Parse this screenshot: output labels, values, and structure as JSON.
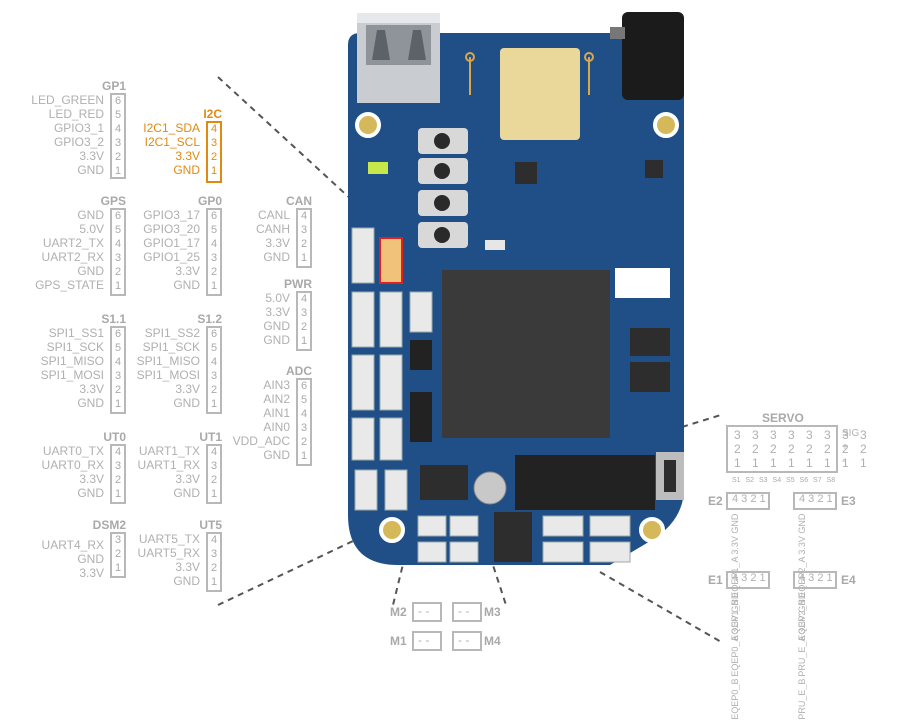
{
  "colors": {
    "board_blue": "#1f4f86",
    "board_dark": "#183f6d",
    "highlight": "#e08a10",
    "label_gray": "#b0b0b0",
    "chip": "#3a3a3a"
  },
  "left_groups": [
    {
      "id": "gp1",
      "title": "GP1",
      "pins": [
        {
          "label": "LED_GREEN",
          "num": "6"
        },
        {
          "label": "LED_RED",
          "num": "5"
        },
        {
          "label": "GPIO3_1",
          "num": "4"
        },
        {
          "label": "GPIO3_2",
          "num": "3"
        },
        {
          "label": "3.3V",
          "num": "2"
        },
        {
          "label": "GND",
          "num": "1"
        }
      ]
    },
    {
      "id": "i2c",
      "title": "I2C",
      "highlight": true,
      "pins": [
        {
          "label": "I2C1_SDA",
          "num": "4"
        },
        {
          "label": "I2C1_SCL",
          "num": "3"
        },
        {
          "label": "3.3V",
          "num": "2"
        },
        {
          "label": "GND",
          "num": "1"
        }
      ]
    },
    {
      "id": "gps",
      "title": "GPS",
      "pins": [
        {
          "label": "GND",
          "num": "6"
        },
        {
          "label": "5.0V",
          "num": "5"
        },
        {
          "label": "UART2_TX",
          "num": "4"
        },
        {
          "label": "UART2_RX",
          "num": "3"
        },
        {
          "label": "GND",
          "num": "2"
        },
        {
          "label": "GPS_STATE",
          "num": "1"
        }
      ]
    },
    {
      "id": "gp0",
      "title": "GP0",
      "pins": [
        {
          "label": "GPIO3_17",
          "num": "6"
        },
        {
          "label": "GPIO3_20",
          "num": "5"
        },
        {
          "label": "GPIO1_17",
          "num": "4"
        },
        {
          "label": "GPIO1_25",
          "num": "3"
        },
        {
          "label": "3.3V",
          "num": "2"
        },
        {
          "label": "GND",
          "num": "1"
        }
      ]
    },
    {
      "id": "can",
      "title": "CAN",
      "pins": [
        {
          "label": "CANL",
          "num": "4"
        },
        {
          "label": "CANH",
          "num": "3"
        },
        {
          "label": "3.3V",
          "num": "2"
        },
        {
          "label": "GND",
          "num": "1"
        }
      ]
    },
    {
      "id": "pwr",
      "title": "PWR",
      "pins": [
        {
          "label": "5.0V",
          "num": "4"
        },
        {
          "label": "3.3V",
          "num": "3"
        },
        {
          "label": "GND",
          "num": "2"
        },
        {
          "label": "GND",
          "num": "1"
        }
      ]
    },
    {
      "id": "s11",
      "title": "S1.1",
      "pins": [
        {
          "label": "SPI1_SS1",
          "num": "6"
        },
        {
          "label": "SPI1_SCK",
          "num": "5"
        },
        {
          "label": "SPI1_MISO",
          "num": "4"
        },
        {
          "label": "SPI1_MOSI",
          "num": "3"
        },
        {
          "label": "3.3V",
          "num": "2"
        },
        {
          "label": "GND",
          "num": "1"
        }
      ]
    },
    {
      "id": "s12",
      "title": "S1.2",
      "pins": [
        {
          "label": "SPI1_SS2",
          "num": "6"
        },
        {
          "label": "SPI1_SCK",
          "num": "5"
        },
        {
          "label": "SPI1_MISO",
          "num": "4"
        },
        {
          "label": "SPI1_MOSI",
          "num": "3"
        },
        {
          "label": "3.3V",
          "num": "2"
        },
        {
          "label": "GND",
          "num": "1"
        }
      ]
    },
    {
      "id": "adc",
      "title": "ADC",
      "pins": [
        {
          "label": "AIN3",
          "num": "6"
        },
        {
          "label": "AIN2",
          "num": "5"
        },
        {
          "label": "AIN1",
          "num": "4"
        },
        {
          "label": "AIN0",
          "num": "3"
        },
        {
          "label": "VDD_ADC",
          "num": "2"
        },
        {
          "label": "GND",
          "num": "1"
        }
      ]
    },
    {
      "id": "ut0",
      "title": "UT0",
      "pins": [
        {
          "label": "UART0_TX",
          "num": "4"
        },
        {
          "label": "UART0_RX",
          "num": "3"
        },
        {
          "label": "3.3V",
          "num": "2"
        },
        {
          "label": "GND",
          "num": "1"
        }
      ]
    },
    {
      "id": "ut1",
      "title": "UT1",
      "pins": [
        {
          "label": "UART1_TX",
          "num": "4"
        },
        {
          "label": "UART1_RX",
          "num": "3"
        },
        {
          "label": "3.3V",
          "num": "2"
        },
        {
          "label": "GND",
          "num": "1"
        }
      ]
    },
    {
      "id": "dsm2",
      "title": "DSM2",
      "pins": [
        {
          "label": "UART4_RX",
          "num": "3"
        },
        {
          "label": "GND",
          "num": "2"
        },
        {
          "label": "3.3V",
          "num": "1"
        }
      ]
    },
    {
      "id": "ut5",
      "title": "UT5",
      "pins": [
        {
          "label": "UART5_TX",
          "num": "4"
        },
        {
          "label": "UART5_RX",
          "num": "3"
        },
        {
          "label": "3.3V",
          "num": "2"
        },
        {
          "label": "GND",
          "num": "1"
        }
      ]
    }
  ],
  "servo": {
    "title": "SERVO",
    "rows": [
      "3",
      "2",
      "1"
    ],
    "row_labels": [
      "SIG",
      "+",
      "-"
    ],
    "channels": [
      "S1",
      "S2",
      "S3",
      "S4",
      "S5",
      "S6",
      "S7",
      "S8"
    ]
  },
  "encoders": [
    {
      "id": "e2",
      "name": "E2",
      "digits": "4 3 2 1",
      "pins": [
        "EQEP1_B",
        "EQEP1_A",
        "3.3V",
        "GND"
      ]
    },
    {
      "id": "e3",
      "name": "E3",
      "digits": "4 3 2 1",
      "pins": [
        "EQEP2_B",
        "EQEP2_A",
        "3.3V",
        "GND"
      ]
    },
    {
      "id": "e1",
      "name": "E1",
      "digits": "4 3 2 1",
      "pins": [
        "EQEP0_B",
        "EQEP0_A",
        "3.3V",
        "GND"
      ]
    },
    {
      "id": "e4",
      "name": "E4",
      "digits": "4 3 2 1",
      "pins": [
        "PRU_E_B",
        "PRU_E_A",
        "3.3V",
        "GND"
      ]
    }
  ],
  "motors": [
    {
      "id": "m2",
      "name": "M2",
      "pins": "- -"
    },
    {
      "id": "m3",
      "name": "M3",
      "pins": "- -"
    },
    {
      "id": "m1",
      "name": "M1",
      "pins": "- -"
    },
    {
      "id": "m4",
      "name": "M4",
      "pins": "- -"
    }
  ]
}
